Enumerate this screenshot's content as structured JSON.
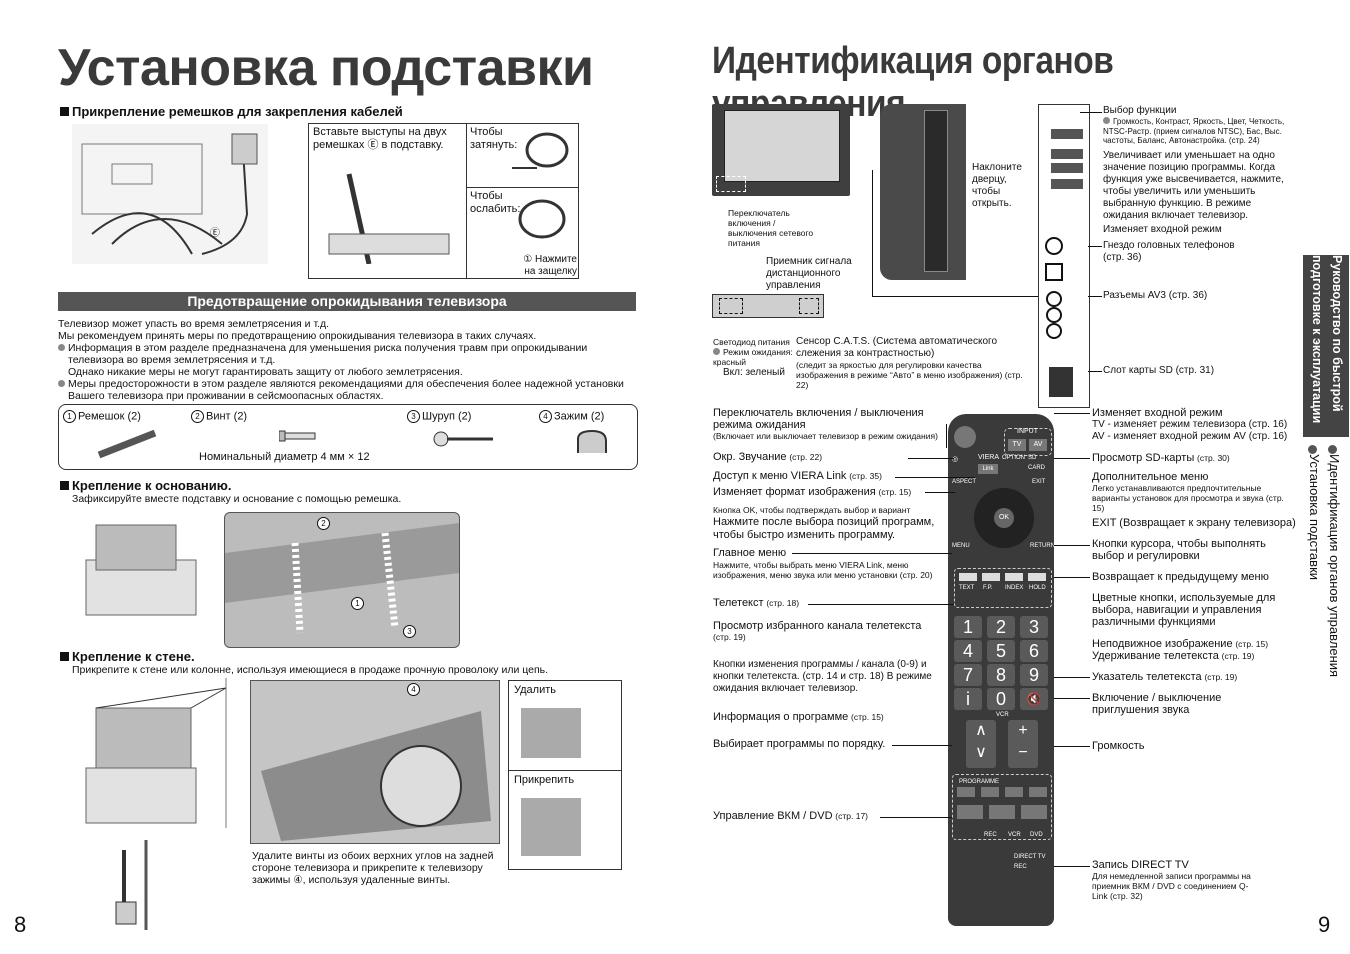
{
  "left": {
    "title": "Установка подставки",
    "s1_heading": "Прикрепление ремешков для закрепления кабелей",
    "s1_insert": "Вставьте выступы на двух ремешках Ⓔ в подставку.",
    "s1_tighten": "Чтобы затянуть:",
    "s1_loosen": "Чтобы ослабить:",
    "s1_press": "① Нажмите на защелку",
    "s1_e": "Ⓔ",
    "s2_bar": "Предотвращение опрокидывания телевизора",
    "s2_p1": "Телевизор может упасть во время землетрясения и т.д.",
    "s2_p2": "Мы рекомендуем принять меры по предотвращению опрокидывания телевизора в таких случаях.",
    "s2_b1": "Информация в этом разделе предназначена для уменьшения риска получения травм при опрокидывании телевизора во время землетрясения и т.д.",
    "s2_b1b": "Однако никакие меры не могут гарантировать защиту от любого землетрясения.",
    "s2_b2": "Меры предосторожности в этом разделе являются рекомендациями для обеспечения более надежной установки Вашего телевизора при проживании в сейсмоопасных областях.",
    "parts": [
      {
        "n": "1",
        "label": "Ремешок (2)"
      },
      {
        "n": "2",
        "label": "Винт (2)"
      },
      {
        "n": "3",
        "label": "Шуруп (2)"
      },
      {
        "n": "4",
        "label": "Зажим (2)"
      }
    ],
    "diameter": "Номинальный диаметр 4 мм × 12",
    "s3_heading": "Крепление к основанию.",
    "s3_text": "Зафиксируйте вместе подставку и основание с помощью ремешка.",
    "s4_heading": "Крепление к стене.",
    "s4_text": "Прикрепите к стене или колонне, используя имеющиеся в продаже прочную проволоку или цепь.",
    "remove": "Удалить",
    "attach": "Прикрепить",
    "s4_note": "Удалите винты из обоих верхних углов на задней стороне телевизора и прикрепите к телевизору зажимы ④, используя удаленные винты.",
    "page": "8"
  },
  "right": {
    "title": "Идентификация органов управления",
    "tv_power": "Переключатель включения / выключения сетевого питания",
    "tv_remote_rx": "Приемник сигнала дистанционного управления",
    "tv_tilt": "Наклоните дверцу, чтобы открыть.",
    "led_label": "Светодиод питания",
    "led_standby": "Режим ожидания: красный",
    "led_on": "Вкл: зеленый",
    "cats": "Сенсор C.A.T.S. (Система автоматического слежения за контрастностью)",
    "cats_note": "(следит за яркостью для регулировки качества изображения в режиме “Авто” в меню изображения) (стр. 22)",
    "p_func": "Выбор функции",
    "p_func_note": "Громкость, Контраст, Яркость, Цвет, Четкость, NTSC-Растр. (прием сигналов NTSC), Бас, Выс. частоты, Баланс, Автонастройка. (стр. 24)",
    "p_updown": "Увеличивает или уменьшает на одно значение позицию программы. Когда функция уже высвечивается, нажмите, чтобы увеличить или уменьшить выбранную функцию. В режиме ожидания включает телевизор.",
    "p_input": "Изменяет входной режим",
    "p_phones": "Гнездо головных телефонов (стр. 36)",
    "p_av3": "Разъемы AV3 (стр. 36)",
    "p_sd": "Слот карты SD (стр. 31)",
    "r_left": [
      {
        "t": "Переключатель включения / выключения режима ожидания",
        "s": "(Включает или выключает телевизор в режим ожидания)"
      },
      {
        "t": "Окр. Звучание",
        "s": "(стр. 22)"
      },
      {
        "t": "Доступ к меню VIERA Link",
        "s": "(стр. 35)"
      },
      {
        "t": "Изменяет формат изображения",
        "s": "(стр. 15)"
      },
      {
        "t": "Кнопка OK, чтобы подтверждать выбор и вариант",
        "s": ""
      },
      {
        "t": "Нажмите после выбора позиций программ, чтобы быстро изменить программу.",
        "s": ""
      },
      {
        "t": "Главное меню",
        "s": "Нажмите, чтобы выбрать меню VIERA Link, меню изображения, меню звука или меню установки (стр. 20)"
      },
      {
        "t": "Телетекст",
        "s": "(стр. 18)"
      },
      {
        "t": "Просмотр избранного канала телетекста",
        "s": "(стр. 19)"
      },
      {
        "t": "Кнопки изменения программы / канала (0-9) и кнопки телетекста. (стр. 14 и стр. 18) В режиме ожидания включает телевизор.",
        "s": ""
      },
      {
        "t": "Информация о программе",
        "s": "(стр. 15)"
      },
      {
        "t": "Выбирает программы по порядку.",
        "s": ""
      },
      {
        "t": "Управление ВКМ / DVD",
        "s": "(стр. 17)"
      }
    ],
    "r_right": [
      {
        "t": "Изменяет входной режим",
        "s": "TV - изменяет режим телевизора (стр. 16)\nAV - изменяет входной режим AV (стр. 16)"
      },
      {
        "t": "Просмотр SD-карты",
        "s": "(стр. 30)"
      },
      {
        "t": "Дополнительное меню",
        "s": "Легко устанавливаются предпочтительные варианты установок для просмотра и звука (стр. 15)"
      },
      {
        "t": "EXIT (Возвращает к экрану телевизора)",
        "s": ""
      },
      {
        "t": "Кнопки курсора, чтобы выполнять выбор и регулировки",
        "s": ""
      },
      {
        "t": "Возвращает к предыдущему меню",
        "s": ""
      },
      {
        "t": "Цветные кнопки, используемые для выбора, навигации и управления различными функциями",
        "s": ""
      },
      {
        "t": "Неподвижное изображение",
        "s": "(стр. 15)"
      },
      {
        "t": "Удерживание телетекста",
        "s": "(стр. 19)"
      },
      {
        "t": "Указатель телетекста",
        "s": "(стр. 19)"
      },
      {
        "t": "Включение / выключение приглушения звука",
        "s": ""
      },
      {
        "t": "Громкость",
        "s": ""
      },
      {
        "t": "Запись DIRECT TV",
        "s": "Для немедленной записи программы на приемник ВКМ / DVD с соединением Q-Link (стр. 32)"
      }
    ],
    "remote_labels": {
      "input": "INPUT",
      "tv": "TV",
      "av": "AV",
      "viera": "VIERA",
      "link": "Link",
      "option": "OPTION",
      "sdcard": "SD CARD",
      "aspect": "ASPECT",
      "exit": "EXIT",
      "ok": "OK",
      "menu": "MENU",
      "return": "RETURN",
      "text": "TEXT",
      "fp": "F.P.",
      "index": "INDEX",
      "hold": "HOLD",
      "programme": "PROGRAMME",
      "rec": "REC",
      "vcr": "VCR",
      "dvd": "DVD",
      "direct": "DIRECT TV REC",
      "vcr2": "VCR"
    },
    "keys": [
      "1",
      "2",
      "3",
      "4",
      "5",
      "6",
      "7",
      "8",
      "9",
      "i",
      "0",
      "🔇"
    ],
    "sidebar_1": "Руководство по быстрой подготовке к эксплуатации",
    "sidebar_2": "Идентификация органов управления",
    "sidebar_3": "Установка подставки",
    "page": "9"
  }
}
